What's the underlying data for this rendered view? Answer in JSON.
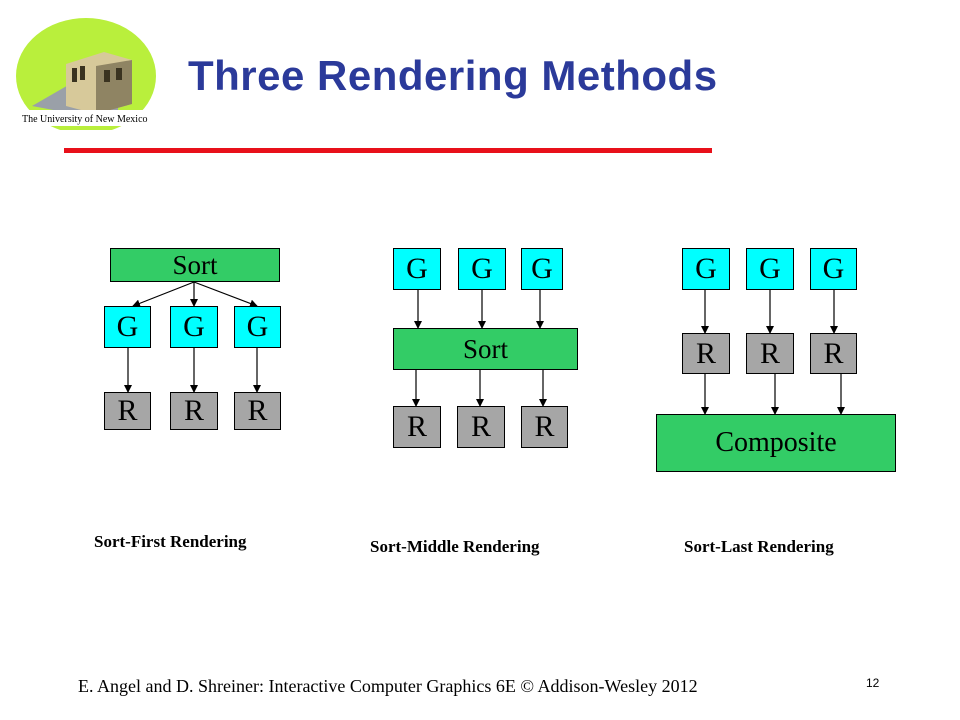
{
  "slide": {
    "title": "Three Rendering Methods",
    "logo_text": "The University of New Mexico",
    "footer": "E. Angel and D. Shreiner: Interactive Computer Graphics 6E © Addison-Wesley 2012",
    "page_number": "12"
  },
  "sort_first": {
    "sort_label": "Sort",
    "g_labels": [
      "G",
      "G",
      "G"
    ],
    "r_labels": [
      "R",
      "R",
      "R"
    ],
    "caption": "Sort-First Rendering"
  },
  "sort_middle": {
    "g_labels": [
      "G",
      "G",
      "G"
    ],
    "sort_label": "Sort",
    "r_labels": [
      "R",
      "R",
      "R"
    ],
    "caption": "Sort-Middle Rendering"
  },
  "sort_last": {
    "g_labels": [
      "G",
      "G",
      "G"
    ],
    "r_labels": [
      "R",
      "R",
      "R"
    ],
    "composite_label": "Composite",
    "caption": "Sort-Last Rendering"
  },
  "colors": {
    "title": "#2b3a9a",
    "rule": "#e8101a",
    "sort_box": "#33cc66",
    "g_box": "#00ffff",
    "r_box": "#a6a6a6"
  }
}
